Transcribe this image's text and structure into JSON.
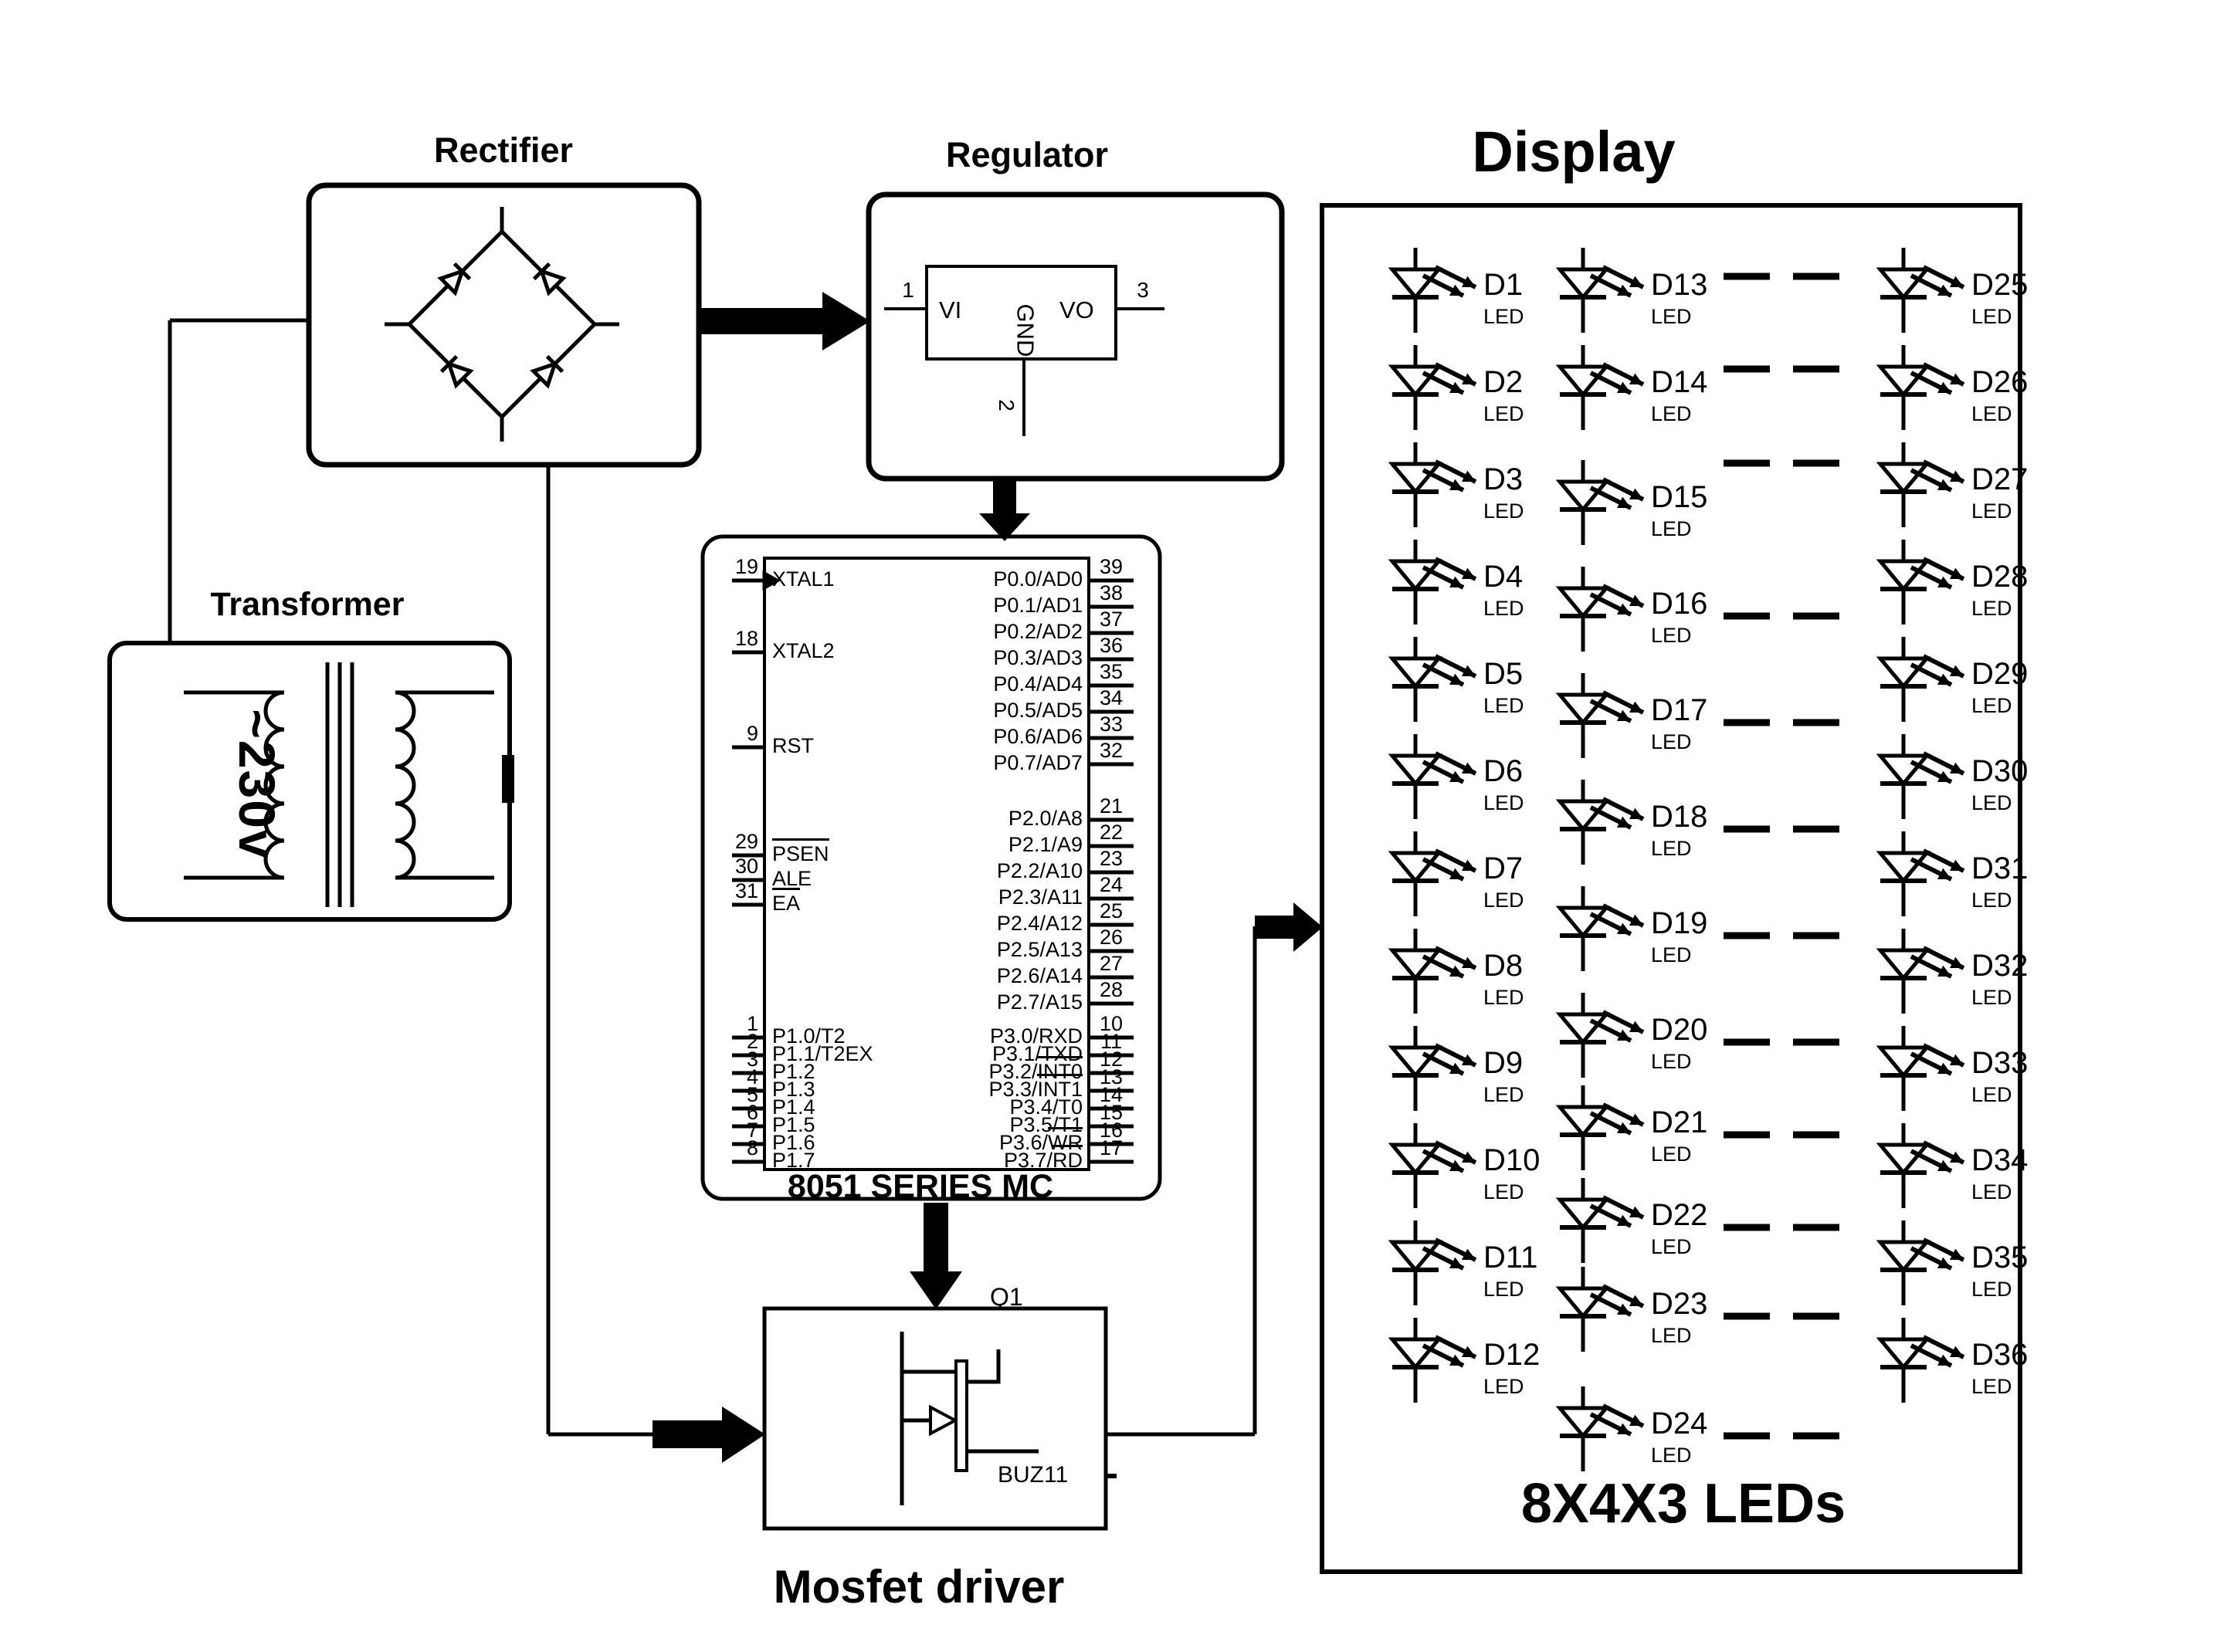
{
  "colors": {
    "ink": "#000000",
    "paper": "#ffffff"
  },
  "blocks": {
    "transformer": {
      "title": "Transformer",
      "voltage": "~230v"
    },
    "rectifier": {
      "title": "Rectifier"
    },
    "regulator": {
      "title": "Regulator",
      "pin1": "1",
      "pin2": "2",
      "pin3": "3",
      "vi": "VI",
      "vo": "VO",
      "gnd": "GND"
    },
    "mcu": {
      "title": "8051 SERIES MC",
      "left_pins": [
        {
          "num": "19",
          "label": "XTAL1"
        },
        {
          "num": "18",
          "label": "XTAL2"
        },
        {
          "num": "9",
          "label": "RST"
        },
        {
          "num": "29",
          "pre": "",
          "ov": "PSEN"
        },
        {
          "num": "30",
          "label": "ALE"
        },
        {
          "num": "31",
          "pre": "",
          "ov": "EA"
        },
        {
          "num": "1",
          "label": "P1.0/T2"
        },
        {
          "num": "2",
          "label": "P1.1/T2EX"
        },
        {
          "num": "3",
          "label": "P1.2"
        },
        {
          "num": "4",
          "label": "P1.3"
        },
        {
          "num": "5",
          "label": "P1.4"
        },
        {
          "num": "6",
          "label": "P1.5"
        },
        {
          "num": "7",
          "label": "P1.6"
        },
        {
          "num": "8",
          "label": "P1.7"
        }
      ],
      "right_pins": [
        {
          "num": "39",
          "label": "P0.0/AD0"
        },
        {
          "num": "38",
          "label": "P0.1/AD1"
        },
        {
          "num": "37",
          "label": "P0.2/AD2"
        },
        {
          "num": "36",
          "label": "P0.3/AD3"
        },
        {
          "num": "35",
          "label": "P0.4/AD4"
        },
        {
          "num": "34",
          "label": "P0.5/AD5"
        },
        {
          "num": "33",
          "label": "P0.6/AD6"
        },
        {
          "num": "32",
          "label": "P0.7/AD7"
        },
        {
          "num": "21",
          "label": "P2.0/A8"
        },
        {
          "num": "22",
          "label": "P2.1/A9"
        },
        {
          "num": "23",
          "label": "P2.2/A10"
        },
        {
          "num": "24",
          "label": "P2.3/A11"
        },
        {
          "num": "25",
          "label": "P2.4/A12"
        },
        {
          "num": "26",
          "label": "P2.5/A13"
        },
        {
          "num": "27",
          "label": "P2.6/A14"
        },
        {
          "num": "28",
          "label": "P2.7/A15"
        },
        {
          "num": "10",
          "label": "P3.0/RXD"
        },
        {
          "num": "11",
          "label": "P3.1/TXD"
        },
        {
          "num": "12",
          "pre": "P3.2/",
          "ov": "INT0"
        },
        {
          "num": "13",
          "pre": "P3.3/",
          "ov": "INT1"
        },
        {
          "num": "14",
          "label": "P3.4/T0"
        },
        {
          "num": "15",
          "label": "P3.5/T1"
        },
        {
          "num": "16",
          "pre": "P3.6/",
          "ov": "WR"
        },
        {
          "num": "17",
          "pre": "P3.7/",
          "ov": "RD"
        }
      ]
    },
    "mosfet": {
      "title": "Mosfet driver",
      "ref": "Q1",
      "part": "BUZ11"
    },
    "display": {
      "title": "Display",
      "subtitle": "8X4X3 LEDs",
      "led_type": "LED",
      "leds": [
        "D1",
        "D2",
        "D3",
        "D4",
        "D5",
        "D6",
        "D7",
        "D8",
        "D9",
        "D10",
        "D11",
        "D12",
        "D13",
        "D14",
        "D15",
        "D16",
        "D17",
        "D18",
        "D19",
        "D20",
        "D21",
        "D22",
        "D23",
        "D24",
        "D25",
        "D26",
        "D27",
        "D28",
        "D29",
        "D30",
        "D31",
        "D32",
        "D33",
        "D34",
        "D35",
        "D36"
      ]
    }
  }
}
